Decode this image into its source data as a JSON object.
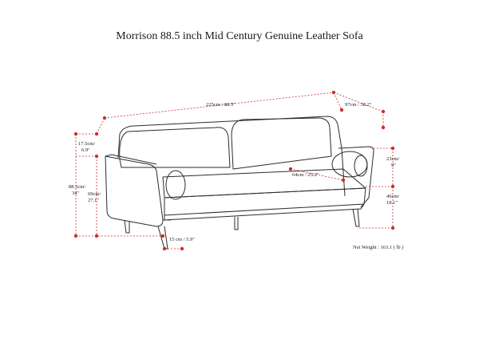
{
  "title": "Morrison 88.5 inch Mid Century Genuine Leather Sofa",
  "colors": {
    "dimension_line": "#c8312f",
    "dot": "#d32a2a",
    "outline": "#2b2b2b"
  },
  "dimensions": {
    "width": "225cm / 88.5\"",
    "depth": "97cm / 38.2\"",
    "arm_height_1": "17.5cm/",
    "arm_height_2": "6.9\"",
    "total_height_1": "88.5cm/",
    "total_height_2": "34\"",
    "seat_from_back_1": "69cm/",
    "seat_from_back_2": "27.1\"",
    "seat_depth": "64cm / 25.2\"",
    "pillow_1": "23cm/",
    "pillow_2": "9\"",
    "seat_height_1": "46cm/",
    "seat_height_2": "18.1\"",
    "leg_height": "15 cm / 5.9\""
  },
  "net_weight": "Net Weight : 163.1 ( lb )"
}
